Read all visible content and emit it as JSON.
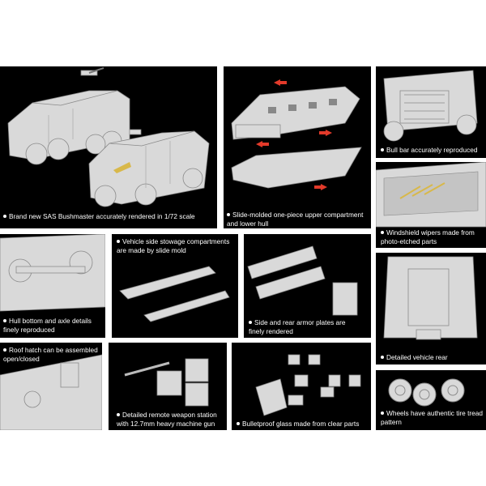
{
  "colors": {
    "background": "#ffffff",
    "panel": "#000000",
    "model": "#d9d9d9",
    "caption": "#ffffff",
    "arrow": "#e23a2a",
    "etched": "#d8b84a"
  },
  "panels": [
    {
      "id": "bushmaster",
      "caption": "Brand new SAS Bushmaster accurately rendered in 1/72 scale"
    },
    {
      "id": "hull",
      "caption": "Slide-molded one-piece upper compartment\nand lower hull"
    },
    {
      "id": "bullbar",
      "caption": "Bull bar accurately reproduced"
    },
    {
      "id": "wipers",
      "caption": "Windshield wipers made from\nphoto-etched parts"
    },
    {
      "id": "axle",
      "caption": "Hull bottom and axle details\nfinely reproduced"
    },
    {
      "id": "stowage",
      "caption": "Vehicle side stowage compartments\nare made by slide mold"
    },
    {
      "id": "armor",
      "caption": "Side and rear armor plates are\nfinely rendered"
    },
    {
      "id": "rear",
      "caption": "Detailed vehicle rear"
    },
    {
      "id": "hatch",
      "caption": "Roof hatch can be assembled\nopen/closed"
    },
    {
      "id": "weapon",
      "caption": "Detailed remote weapon station\nwith 12.7mm heavy machine gun"
    },
    {
      "id": "glass",
      "caption": "Bulletproof glass made from clear parts"
    },
    {
      "id": "wheels",
      "caption": "Wheels have authentic tire tread\npattern"
    }
  ]
}
